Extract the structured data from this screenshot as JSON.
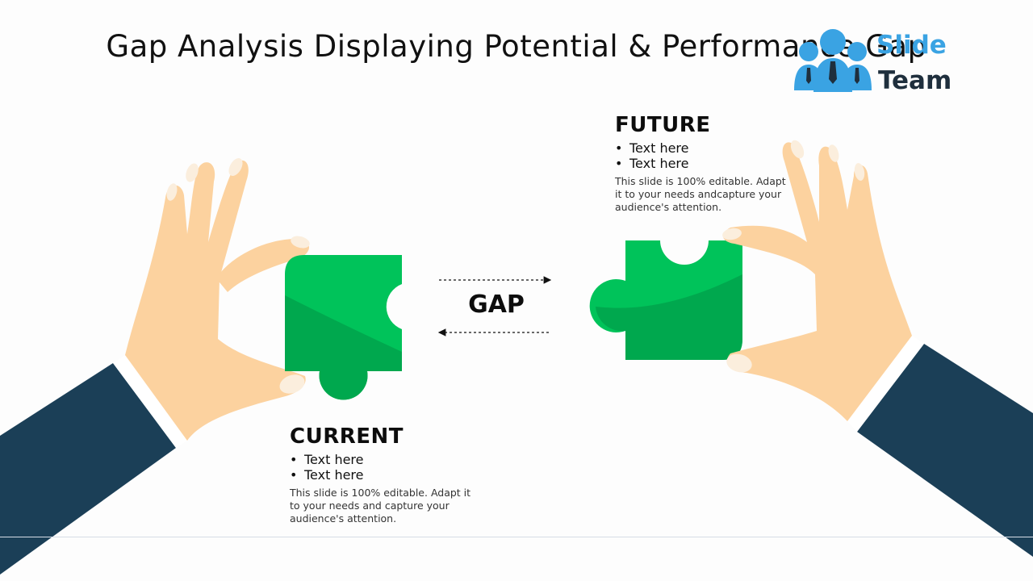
{
  "slide": {
    "title": "Gap Analysis Displaying Potential & Performance Gap",
    "gap_label": "GAP"
  },
  "logo": {
    "brand_line1": "Slide",
    "brand_line2": "Team",
    "icon": "people-group-icon",
    "colors": {
      "primary": "#3aa3e3",
      "dark": "#1f2f3d"
    }
  },
  "current": {
    "heading": "CURRENT",
    "bullets": [
      "Text here",
      "Text here"
    ],
    "description": "This slide is 100% editable. Adapt it to your needs and capture your audience's attention."
  },
  "future": {
    "heading": "FUTURE",
    "bullets": [
      "Text here",
      "Text here"
    ],
    "description": "This slide is 100% editable. Adapt it to your needs andcapture your audience's attention."
  },
  "colors": {
    "puzzle_light": "#00c35a",
    "puzzle_dark": "#00a84e",
    "skin": "#fcd29f",
    "nail": "#fbeedd",
    "sleeve": "#1b3f57"
  },
  "icons": {
    "left_hand": "hand-holding-puzzle-icon",
    "right_hand": "hand-holding-puzzle-icon",
    "left_piece": "puzzle-piece-icon",
    "right_piece": "puzzle-piece-icon",
    "arrow_right": "dashed-arrow-right-icon",
    "arrow_left": "dashed-arrow-left-icon"
  }
}
